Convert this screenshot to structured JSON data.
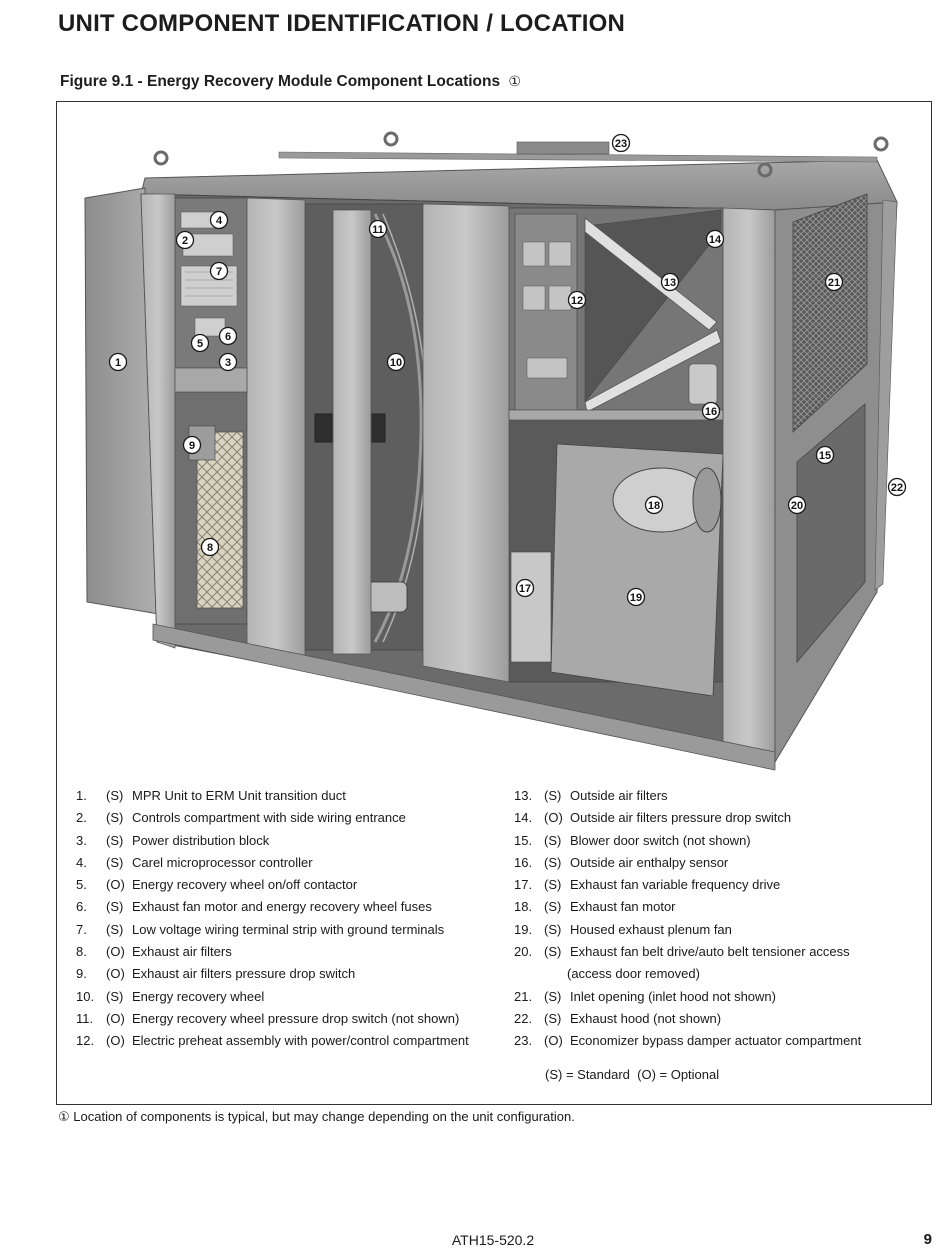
{
  "page": {
    "title": "UNIT COMPONENT IDENTIFICATION / LOCATION",
    "figure_caption": "Figure 9.1 - Energy Recovery Module Component Locations",
    "footnote_mark": "①",
    "footnote": "① Location of components is typical, but may change depending on the unit configuration.",
    "doc_number": "ATH15-520.2",
    "page_number": "9"
  },
  "callouts": [
    "1",
    "2",
    "3",
    "4",
    "5",
    "6",
    "7",
    "8",
    "9",
    "10",
    "11",
    "12",
    "13",
    "14",
    "15",
    "16",
    "17",
    "18",
    "19",
    "20",
    "21",
    "22",
    "23"
  ],
  "legend_left": [
    {
      "num": "1.",
      "code": "(S)",
      "text": "MPR Unit to ERM Unit transition duct"
    },
    {
      "num": "2.",
      "code": "(S)",
      "text": "Controls compartment with side wiring entrance"
    },
    {
      "num": "3.",
      "code": "(S)",
      "text": "Power distribution block"
    },
    {
      "num": "4.",
      "code": "(S)",
      "text": "Carel microprocessor controller"
    },
    {
      "num": "5.",
      "code": "(O)",
      "text": "Energy recovery wheel on/off contactor"
    },
    {
      "num": "6.",
      "code": "(S)",
      "text": "Exhaust fan motor and energy recovery wheel fuses"
    },
    {
      "num": "7.",
      "code": "(S)",
      "text": "Low voltage wiring terminal strip with ground terminals"
    },
    {
      "num": "8.",
      "code": "(O)",
      "text": "Exhaust air filters"
    },
    {
      "num": "9.",
      "code": "(O)",
      "text": "Exhaust air filters pressure drop switch"
    },
    {
      "num": "10.",
      "code": "(S)",
      "text": "Energy recovery wheel"
    },
    {
      "num": "11.",
      "code": "(O)",
      "text": "Energy recovery wheel pressure drop switch (not shown)"
    },
    {
      "num": "12.",
      "code": "(O)",
      "text": "Electric preheat assembly with power/control compartment"
    }
  ],
  "legend_right": [
    {
      "num": "13.",
      "code": "(S)",
      "text": "Outside air filters"
    },
    {
      "num": "14.",
      "code": "(O)",
      "text": "Outside air filters pressure drop switch"
    },
    {
      "num": "15.",
      "code": "(S)",
      "text": "Blower door switch (not shown)"
    },
    {
      "num": "16.",
      "code": "(S)",
      "text": "Outside air enthalpy sensor"
    },
    {
      "num": "17.",
      "code": "(S)",
      "text": "Exhaust fan variable frequency drive"
    },
    {
      "num": "18.",
      "code": "(S)",
      "text": "Exhaust fan motor"
    },
    {
      "num": "19.",
      "code": "(S)",
      "text": "Housed exhaust plenum fan"
    },
    {
      "num": "20.",
      "code": "(S)",
      "text": "Exhaust fan belt drive/auto belt tensioner access"
    },
    {
      "num": "21.",
      "code": "(S)",
      "text": "Inlet opening (inlet hood not shown)"
    },
    {
      "num": "22.",
      "code": "(S)",
      "text": "Exhaust hood (not shown)"
    },
    {
      "num": "23.",
      "code": "(O)",
      "text": "Economizer bypass damper actuator compartment"
    }
  ],
  "legend_right_continuation": "(access door removed)",
  "legend_key": "(S) = Standard  (O) = Optional"
}
